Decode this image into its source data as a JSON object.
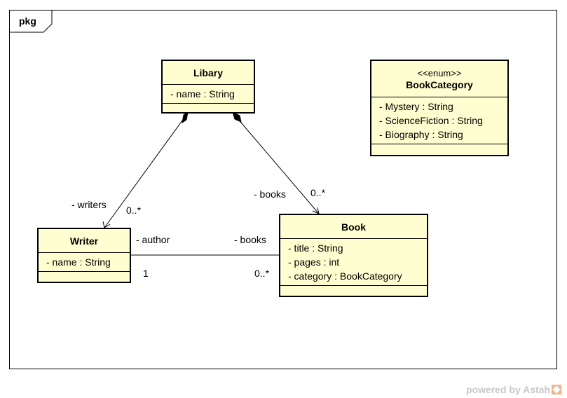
{
  "frame": {
    "label": "pkg"
  },
  "classes": {
    "libary": {
      "name": "Libary",
      "attributes": [
        "- name : String"
      ]
    },
    "bookcategory": {
      "stereotype": "<<enum>>",
      "name": "BookCategory",
      "attributes": [
        "- Mystery : String",
        "- ScienceFiction : String",
        "- Biography : String"
      ]
    },
    "writer": {
      "name": "Writer",
      "attributes": [
        "- name : String"
      ]
    },
    "book": {
      "name": "Book",
      "attributes": [
        "- title : String",
        "- pages : int",
        "- category : BookCategory"
      ]
    }
  },
  "associations": {
    "libary_writers": {
      "role": "- writers",
      "multiplicity": "0..*"
    },
    "libary_books": {
      "role": "- books",
      "multiplicity": "0..*"
    },
    "writer_book": {
      "source_role": "- author",
      "source_multiplicity": "1",
      "target_role": "- books",
      "target_multiplicity": "0..*"
    }
  },
  "footer": {
    "text": "powered by Astah"
  },
  "colors": {
    "class_fill": "#fefed0",
    "line": "#000000"
  }
}
